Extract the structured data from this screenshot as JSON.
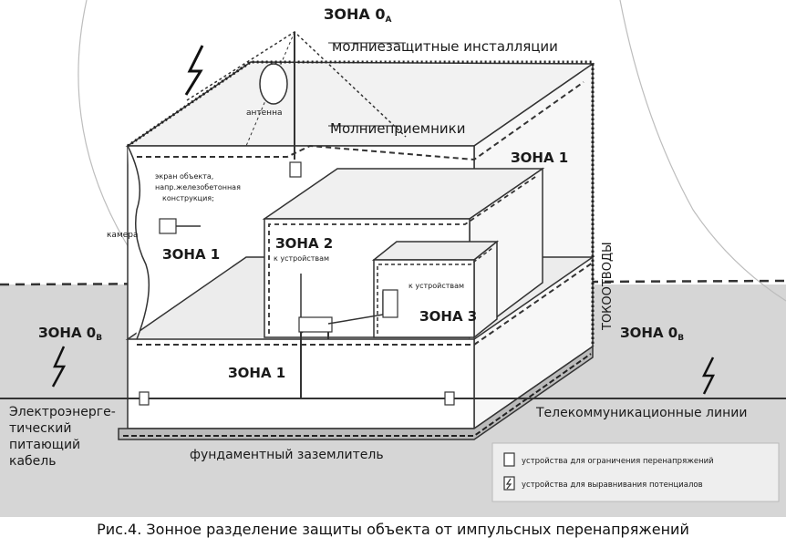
{
  "labels": {
    "zone_0a": "ЗОНА 0",
    "zone_0a_sub": "А",
    "lightning_installations": "молниезащитные инсталляции",
    "antenna": "антенна",
    "air_terminals": "Молниеприемники",
    "zone_1_top": "ЗОНА 1",
    "screen_line1": "экран объекта,",
    "screen_line2": "напр.железобетонная",
    "screen_line3": "конструкция;",
    "camera": "камера",
    "zone_1_left": "ЗОНА 1",
    "zone_2": "ЗОНА 2",
    "to_devices_2": "к устройствам",
    "to_devices_3": "к устройствам",
    "zone_3": "ЗОНА 3",
    "down_conductors": "ТОКООТВОДЫ",
    "zone_0b_left": "ЗОНА 0",
    "zone_0b_left_sub": "В",
    "zone_0b_right": "ЗОНА 0",
    "zone_0b_right_sub": "В",
    "zone_1_bottom": "ЗОНА 1",
    "power_cable_1": "Электроэнерге-",
    "power_cable_2": "тический",
    "power_cable_3": "питающий",
    "power_cable_4": "кабель",
    "telecom_lines": "Телекоммуникационные линии",
    "earth_electrode": "фундаментный заземлитель"
  },
  "legend": {
    "surge_protection": "устройства для ограничения перенапряжений",
    "equipotential": "устройства для выравнивания потенциалов"
  },
  "caption": "Рис.4. Зонное разделение защиты объекта от импульсных перенапряжений",
  "colors": {
    "ground": "#d6d6d6",
    "line": "#333333",
    "arc": "#bdbdbd"
  }
}
